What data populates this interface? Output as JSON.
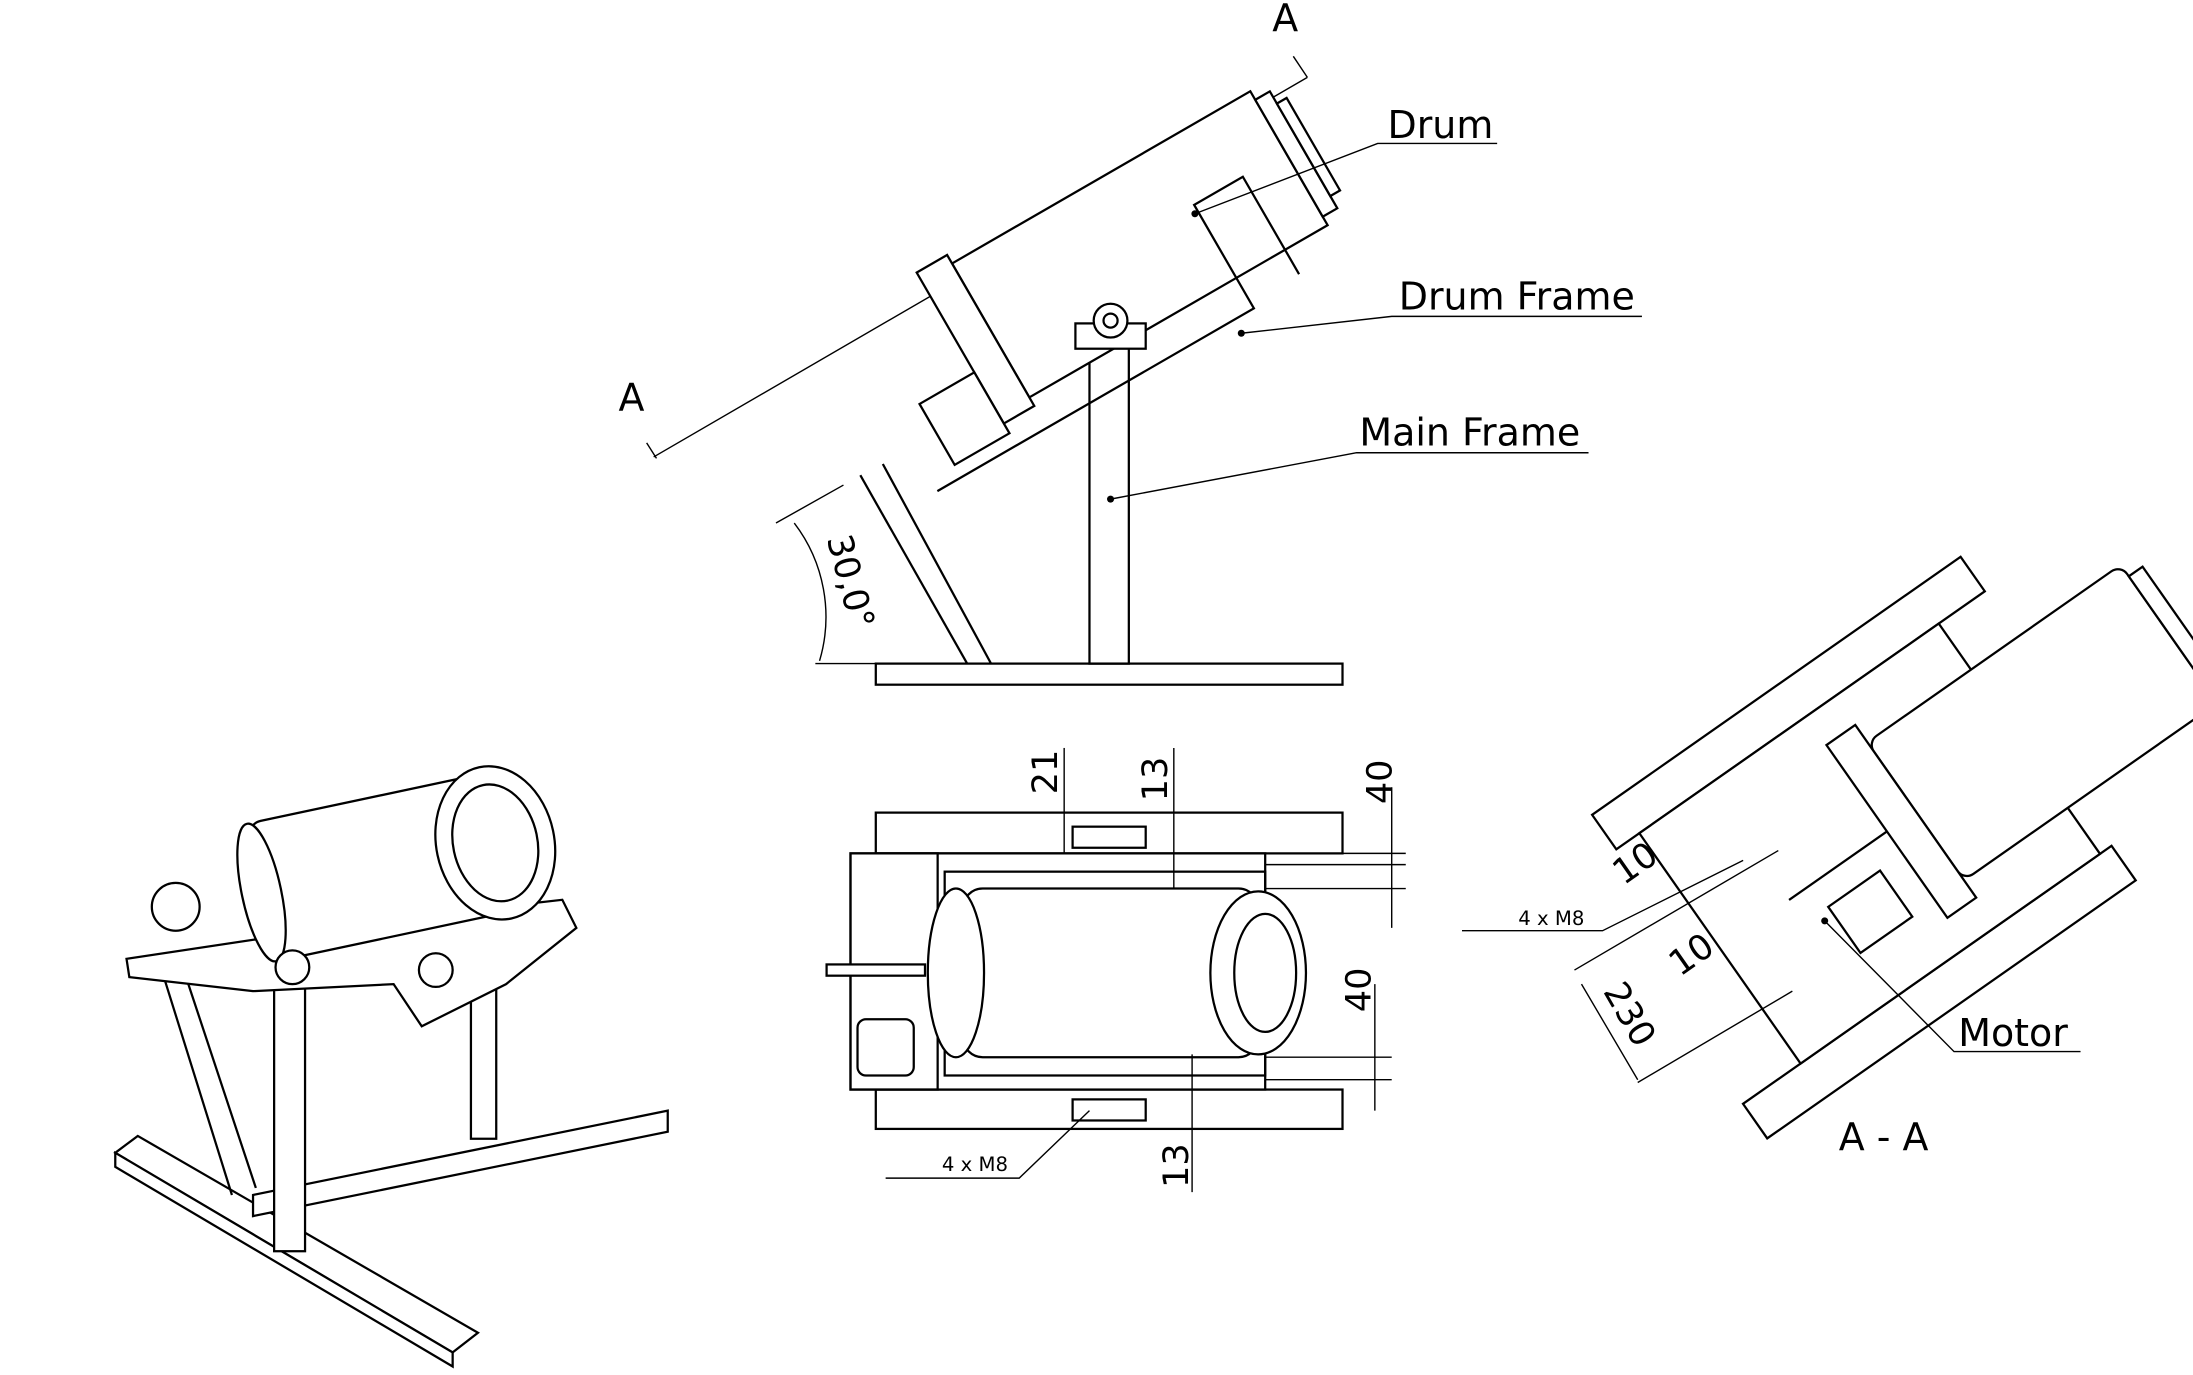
{
  "labels": {
    "drum": "Drum",
    "drum_frame": "Drum Frame",
    "main_frame": "Main Frame",
    "motor": "Motor",
    "section_mark_top": "A",
    "section_mark_bottom": "A",
    "section_title": "A - A"
  },
  "dimensions": {
    "angle": "30,0°",
    "front_21": "21",
    "front_13_top": "13",
    "front_40_top": "40",
    "front_40_bottom": "40",
    "front_13_bottom": "13",
    "front_bolts": "4 x M8",
    "section_10_upper": "10",
    "section_10_lower": "10",
    "section_230": "230",
    "section_bolts": "4 x M8"
  }
}
